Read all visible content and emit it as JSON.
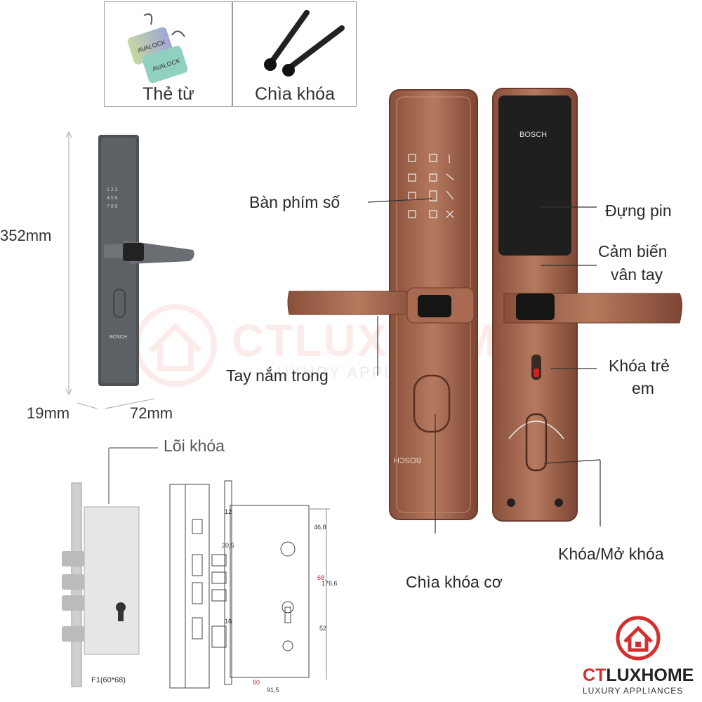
{
  "accessories": {
    "card_label": "Thẻ từ",
    "key_label": "Chìa khóa",
    "card_print": "AVALOCK"
  },
  "dimensions": {
    "height": "352mm",
    "depth": "19mm",
    "width": "72mm"
  },
  "brand_on_device": "BOSCH",
  "callouts": {
    "keypad": "Bàn phím số",
    "battery": "Đựng pin",
    "fingerprint_line1": "Cảm biến",
    "fingerprint_line2": "vân tay",
    "inner_handle": "Tay nắm trong",
    "child_lock_line1": "Khóa trẻ",
    "child_lock_line2": "em",
    "lock_unlock": "Khóa/Mở khóa",
    "mech_key": "Chìa khóa cơ"
  },
  "mortise": {
    "title": "Lõi khóa",
    "model": "F1(60*68)",
    "drawing_dims": [
      "46,8",
      "68",
      "176,6",
      "52",
      "20,5",
      "12",
      "16",
      "60",
      "91,5"
    ]
  },
  "logo": {
    "brand_ct": "CT",
    "brand_lux": "LUXHOME",
    "tagline": "LUXURY APPLIANCES"
  },
  "watermark": {
    "brand": "CTLUXHOME",
    "tagline": "LUXURY APPLIANCES"
  },
  "colors": {
    "copper": "#a86a50",
    "copper_dark": "#7a4634",
    "gray_lock": "#55575a",
    "brand_red": "#d32f2f"
  }
}
